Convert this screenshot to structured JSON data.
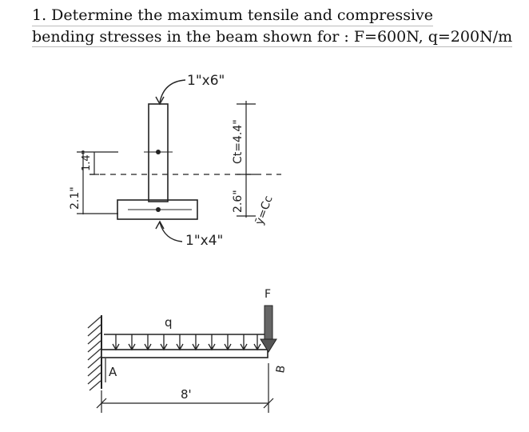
{
  "problem": {
    "line1": "1. Determine the maximum tensile and compressive",
    "line2": "bending stresses in the beam shown for : F=600N, q=200N/m"
  },
  "section": {
    "web_label": "1\"x6\"",
    "flange_label": "1\"x4\"",
    "dim_2_1": "2.1\"",
    "dim_1_4": "1.4\"",
    "dim_2_6": "2.6\"",
    "ct_label": "Ct=4.4\"",
    "cc_label": "ȳ=Cc"
  },
  "beam": {
    "load_q_label": "q",
    "force_label": "F",
    "support_a_label": "A",
    "end_b_label": "B",
    "length_label": "8'"
  }
}
